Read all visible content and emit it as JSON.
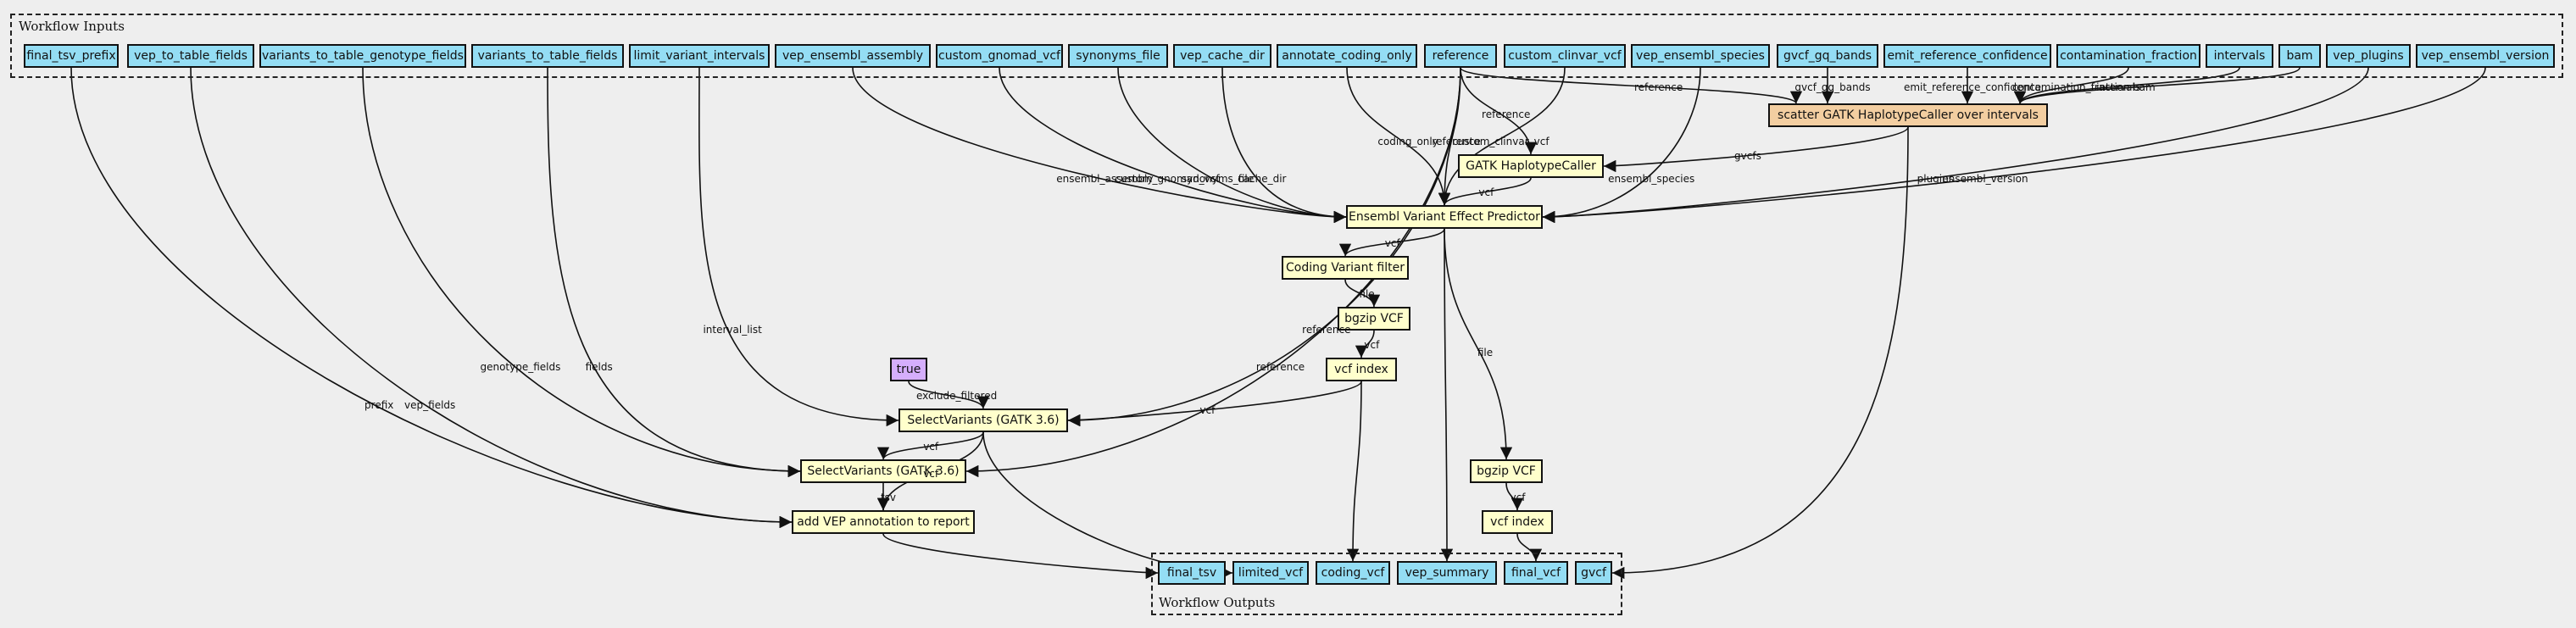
{
  "clusters": {
    "inputs": "Workflow Inputs",
    "outputs": "Workflow Outputs"
  },
  "colors": {
    "io": "#94ddf4",
    "step": "#ffffcc",
    "scatter_step": "#f3cea1",
    "constant": "#d5aefc",
    "background": "#eeeeee"
  },
  "inputs": {
    "final_tsv_prefix": "final_tsv_prefix",
    "vep_to_table_fields": "vep_to_table_fields",
    "variants_to_table_genotype_fields": "variants_to_table_genotype_fields",
    "variants_to_table_fields": "variants_to_table_fields",
    "limit_variant_intervals": "limit_variant_intervals",
    "vep_ensembl_assembly": "vep_ensembl_assembly",
    "custom_gnomad_vcf": "custom_gnomad_vcf",
    "synonyms_file": "synonyms_file",
    "vep_cache_dir": "vep_cache_dir",
    "annotate_coding_only": "annotate_coding_only",
    "reference": "reference",
    "custom_clinvar_vcf": "custom_clinvar_vcf",
    "vep_ensembl_species": "vep_ensembl_species",
    "gvcf_gq_bands": "gvcf_gq_bands",
    "emit_reference_confidence": "emit_reference_confidence",
    "contamination_fraction": "contamination_fraction",
    "intervals": "intervals",
    "bam": "bam",
    "vep_plugins": "vep_plugins",
    "vep_ensembl_version": "vep_ensembl_version"
  },
  "steps": {
    "scatter_haplotype_caller": "scatter GATK HaplotypeCaller over intervals",
    "gatk_haplotype_caller": "GATK HaplotypeCaller",
    "vep": "Ensembl Variant Effect Predictor",
    "coding_variant_filter": "Coding Variant filter",
    "bgzip_coding": "bgzip VCF",
    "index_coding": "vcf index",
    "true_constant": "true",
    "select_variants_limit": "SelectVariants (GATK 3.6)",
    "select_variants_table": "SelectVariants (GATK 3.6)",
    "add_vep_to_report": "add VEP annotation to report",
    "bgzip_final": "bgzip VCF",
    "index_final": "vcf index"
  },
  "outputs": {
    "final_tsv": "final_tsv",
    "limited_vcf": "limited_vcf",
    "coding_vcf": "coding_vcf",
    "vep_summary": "vep_summary",
    "final_vcf": "final_vcf",
    "gvcf": "gvcf"
  },
  "edges": [
    {
      "from": "reference",
      "to": "scatter_haplotype_caller",
      "label": "reference"
    },
    {
      "from": "gvcf_gq_bands",
      "to": "scatter_haplotype_caller",
      "label": "gvcf_gq_bands"
    },
    {
      "from": "emit_reference_confidence",
      "to": "scatter_haplotype_caller",
      "label": "emit_reference_confidence"
    },
    {
      "from": "contamination_fraction",
      "to": "scatter_haplotype_caller",
      "label": "contamination_fraction"
    },
    {
      "from": "intervals",
      "to": "scatter_haplotype_caller",
      "label": "intervals"
    },
    {
      "from": "bam",
      "to": "scatter_haplotype_caller",
      "label": "bam"
    },
    {
      "from": "reference",
      "to": "gatk_haplotype_caller",
      "label": "reference"
    },
    {
      "from": "scatter_haplotype_caller",
      "to": "gatk_haplotype_caller",
      "label": "gvcfs"
    },
    {
      "from": "vep_ensembl_assembly",
      "to": "vep",
      "label": "ensembl_assembly"
    },
    {
      "from": "custom_gnomad_vcf",
      "to": "vep",
      "label": "custom_gnomad_vcf"
    },
    {
      "from": "synonyms_file",
      "to": "vep",
      "label": "synonyms_file"
    },
    {
      "from": "vep_cache_dir",
      "to": "vep",
      "label": "cache_dir"
    },
    {
      "from": "annotate_coding_only",
      "to": "vep",
      "label": "coding_only"
    },
    {
      "from": "reference",
      "to": "vep",
      "label": "reference"
    },
    {
      "from": "custom_clinvar_vcf",
      "to": "vep",
      "label": "custom_clinvar_vcf"
    },
    {
      "from": "vep_ensembl_species",
      "to": "vep",
      "label": "ensembl_species"
    },
    {
      "from": "gatk_haplotype_caller",
      "to": "vep",
      "label": "vcf"
    },
    {
      "from": "vep_plugins",
      "to": "vep",
      "label": "plugins"
    },
    {
      "from": "vep_ensembl_version",
      "to": "vep",
      "label": "ensembl_version"
    },
    {
      "from": "vep",
      "to": "coding_variant_filter",
      "label": "vcf"
    },
    {
      "from": "coding_variant_filter",
      "to": "bgzip_coding",
      "label": "file"
    },
    {
      "from": "bgzip_coding",
      "to": "index_coding",
      "label": "vcf"
    },
    {
      "from": "true_constant",
      "to": "select_variants_limit",
      "label": "exclude_filtered"
    },
    {
      "from": "limit_variant_intervals",
      "to": "select_variants_limit",
      "label": "interval_list"
    },
    {
      "from": "reference",
      "to": "select_variants_limit",
      "label": "reference"
    },
    {
      "from": "index_coding",
      "to": "select_variants_limit",
      "label": "vcf"
    },
    {
      "from": "reference",
      "to": "select_variants_table",
      "label": "reference"
    },
    {
      "from": "variants_to_table_fields",
      "to": "select_variants_table",
      "label": "fields"
    },
    {
      "from": "variants_to_table_genotype_fields",
      "to": "select_variants_table",
      "label": "genotype_fields"
    },
    {
      "from": "select_variants_limit",
      "to": "select_variants_table",
      "label": "vcf"
    },
    {
      "from": "final_tsv_prefix",
      "to": "add_vep_to_report",
      "label": "prefix"
    },
    {
      "from": "vep_to_table_fields",
      "to": "add_vep_to_report",
      "label": "vep_fields"
    },
    {
      "from": "select_variants_table",
      "to": "add_vep_to_report",
      "label": "tsv"
    },
    {
      "from": "select_variants_limit",
      "to": "add_vep_to_report",
      "label": "vcf"
    },
    {
      "from": "vep",
      "to": "bgzip_final",
      "label": "file"
    },
    {
      "from": "bgzip_final",
      "to": "index_final",
      "label": "vcf"
    },
    {
      "from": "add_vep_to_report",
      "to": "final_tsv",
      "label": ""
    },
    {
      "from": "select_variants_limit",
      "to": "limited_vcf",
      "label": ""
    },
    {
      "from": "index_coding",
      "to": "coding_vcf",
      "label": ""
    },
    {
      "from": "vep",
      "to": "vep_summary",
      "label": ""
    },
    {
      "from": "index_final",
      "to": "final_vcf",
      "label": ""
    },
    {
      "from": "scatter_haplotype_caller",
      "to": "gvcf",
      "label": ""
    }
  ]
}
